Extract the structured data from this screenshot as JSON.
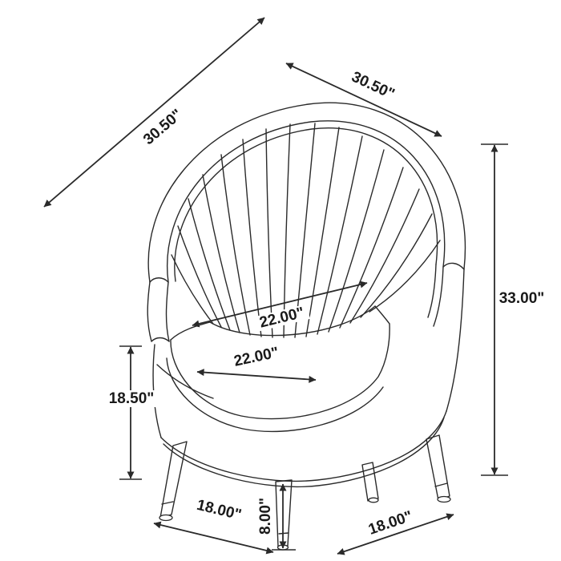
{
  "drawing": {
    "alt": "Technical line drawing of a barrel accent chair with channel-tufted back, curved arms and splayed tapered legs, annotated with measurements"
  },
  "dimensions": {
    "top_left": "30.50\"",
    "top_right": "30.50\"",
    "right": "33.00\"",
    "seat_upper": "22.00\"",
    "seat_lower": "22.00\"",
    "left": "18.50\"",
    "bottom_left": "18.00\"",
    "bottom_center": "8.00\"",
    "bottom_right": "18.00\""
  },
  "colors": {
    "line": "#2a2a2a",
    "label": "#1a1a1a",
    "background": "#ffffff"
  }
}
